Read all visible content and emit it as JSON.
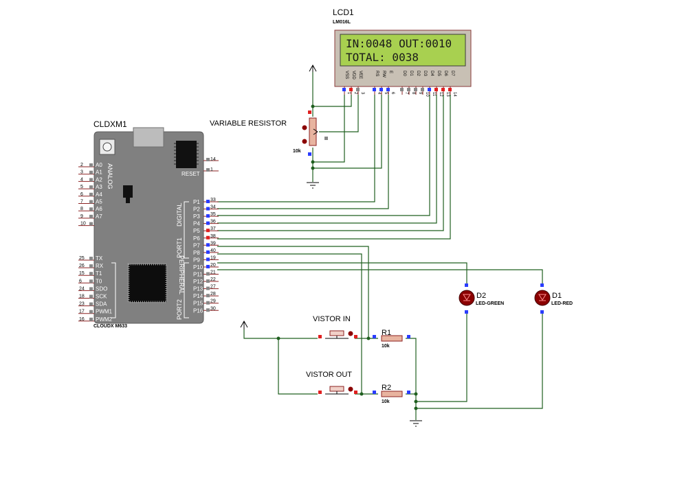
{
  "colors": {
    "wire": "#1f5f1f",
    "board": "#808080",
    "lcd_frame": "#c8c0b4",
    "lcd_screen": "#a8d050",
    "pin_blue": "#2a3cff",
    "pin_red": "#e02020",
    "pin_gray": "#888888",
    "led_body": "#8b0000"
  },
  "board": {
    "ref": "CLDXM1",
    "model": "CLOUDX M633",
    "analog_title": "ANALOG",
    "digital_title": "DIGITAL",
    "port1_title": "PORT1",
    "peripheral_title": "PERIPHERAL",
    "port2_title": "PORT2",
    "reset_label": "RESET",
    "analog_pins": [
      {
        "num": "2",
        "name": "A0"
      },
      {
        "num": "3",
        "name": "A1"
      },
      {
        "num": "4",
        "name": "A2"
      },
      {
        "num": "5",
        "name": "A3"
      },
      {
        "num": "6",
        "name": "A4"
      },
      {
        "num": "7",
        "name": "A5"
      },
      {
        "num": "8",
        "name": "A6"
      },
      {
        "num": "9",
        "name": "A7"
      },
      {
        "num": "10",
        "name": ""
      }
    ],
    "periph_pins": [
      {
        "num": "25",
        "name": "TX"
      },
      {
        "num": "26",
        "name": "RX"
      },
      {
        "num": "15",
        "name": "T1"
      },
      {
        "num": "6",
        "name": "T0"
      },
      {
        "num": "24",
        "name": "SDO"
      },
      {
        "num": "18",
        "name": "SCK"
      },
      {
        "num": "23",
        "name": "SDA"
      },
      {
        "num": "17",
        "name": "PWM1"
      },
      {
        "num": "16",
        "name": "PWM2"
      }
    ],
    "right_top_pins": [
      {
        "num": "14"
      },
      {
        "num": "1"
      }
    ],
    "port_pins": [
      {
        "name": "P1",
        "num": "33"
      },
      {
        "name": "P2",
        "num": "34"
      },
      {
        "name": "P3",
        "num": "35"
      },
      {
        "name": "P4",
        "num": "36"
      },
      {
        "name": "P5",
        "num": "37"
      },
      {
        "name": "P6",
        "num": "38"
      },
      {
        "name": "P7",
        "num": "39"
      },
      {
        "name": "P8",
        "num": "40"
      },
      {
        "name": "P9",
        "num": "19"
      },
      {
        "name": "P10",
        "num": "20"
      },
      {
        "name": "P11",
        "num": "21"
      },
      {
        "name": "P12",
        "num": "22"
      },
      {
        "name": "P13",
        "num": "27"
      },
      {
        "name": "P14",
        "num": "28"
      },
      {
        "name": "P15",
        "num": "29"
      },
      {
        "name": "P16",
        "num": "30"
      }
    ]
  },
  "lcd": {
    "ref": "LCD1",
    "model": "LM016L",
    "line1": "IN:0048 OUT:0010",
    "line2": "TOTAL: 0038",
    "pin_names": [
      "VSS",
      "VDD",
      "VEE",
      "RS",
      "RW",
      "E",
      "D0",
      "D1",
      "D2",
      "D3",
      "D4",
      "D5",
      "D6",
      "D7"
    ],
    "pin_nums": [
      "1",
      "2",
      "3",
      "4",
      "5",
      "6",
      "7",
      "8",
      "9",
      "10",
      "11",
      "12",
      "13",
      "14"
    ]
  },
  "pot": {
    "title": "VARIABLE RESISTOR",
    "value": "10k"
  },
  "buttons": [
    {
      "label": "VISTOR IN"
    },
    {
      "label": "VISTOR OUT"
    }
  ],
  "resistors": [
    {
      "ref": "R1",
      "value": "10k"
    },
    {
      "ref": "R2",
      "value": "10k"
    }
  ],
  "leds": [
    {
      "ref": "D2",
      "type": "LED-GREEN"
    },
    {
      "ref": "D1",
      "type": "LED-RED"
    }
  ]
}
